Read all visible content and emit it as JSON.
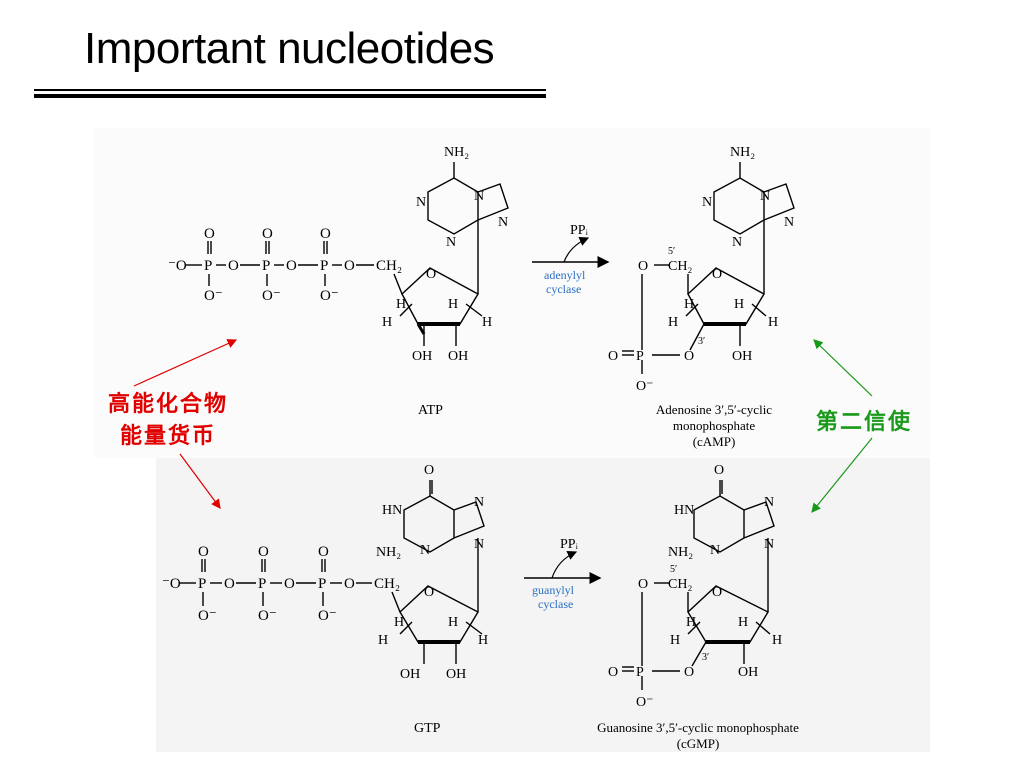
{
  "slide": {
    "title": "Important nucleotides"
  },
  "annotations": {
    "energy_compound_line1": "高能化合物",
    "energy_compound_line2": "能量货币",
    "second_messenger": "第二信使",
    "red_color": "#e00000",
    "green_color": "#1a9a1a"
  },
  "atp_reaction": {
    "substrate_label": "ATP",
    "byproduct": "PPᵢ",
    "enzyme_line1": "adenylyl",
    "enzyme_line2": "cyclase",
    "product_line1": "Adenosine 3′,5′-cyclic",
    "product_line2": "monophosphate",
    "product_line3": "(cAMP)"
  },
  "gtp_reaction": {
    "substrate_label": "GTP",
    "byproduct": "PPᵢ",
    "enzyme_line1": "guanylyl",
    "enzyme_line2": "cyclase",
    "product_line1": "Guanosine 3′,5′-cyclic monophosphate",
    "product_line2": "(cGMP)"
  },
  "atoms": {
    "nh2": "NH₂",
    "n": "N",
    "hn": "HN",
    "o": "O",
    "oh": "OH",
    "h": "H",
    "p": "P",
    "ch2": "CH₂",
    "o_minus": "O⁻",
    "minus_o": "⁻O",
    "pos5": "5′",
    "pos3": "3′"
  },
  "enzyme_color": "#2a6fc4"
}
